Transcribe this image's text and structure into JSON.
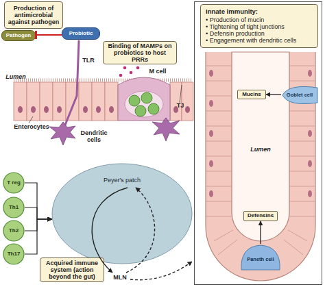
{
  "diagram": {
    "nodes": [
      {
        "text": [
          "Production of antimicrobial against pathogen"
        ]
      },
      {
        "text": [
          "Pathogen"
        ]
      },
      {
        "text": [
          "Probiotic"
        ]
      },
      {
        "text": [
          "Binding of MAMPs on probiotics to host PRRs"
        ]
      },
      {
        "text": [
          "T reg"
        ]
      },
      {
        "text": [
          "Th1"
        ]
      },
      {
        "text": [
          "Th2"
        ]
      },
      {
        "text": [
          "Th17"
        ]
      },
      {
        "text": [
          "Peyer's patch"
        ]
      },
      {
        "text": [
          "Acquired immune system (action beyond the gut)"
        ]
      },
      {
        "text": [
          "Innate immunity:",
          "• Production of mucin",
          "• Tightening of tight junctions",
          "• Defensin production",
          "• Engagement with dendritic cells"
        ]
      },
      {
        "text": [
          "Mucins"
        ]
      },
      {
        "text": [
          "Goblet cell"
        ]
      },
      {
        "text": [
          "Defensins"
        ]
      },
      {
        "text": [
          "Paneth cell"
        ]
      }
    ],
    "edges": [
      {
        "from": 2,
        "to": 1,
        "arrow": "to"
      },
      {
        "from": 4,
        "to": 8,
        "arrow": "to"
      },
      {
        "from": 5,
        "to": 8,
        "arrow": "to"
      },
      {
        "from": 6,
        "to": 8,
        "arrow": "to"
      },
      {
        "from": 7,
        "to": 8,
        "arrow": "to"
      },
      {
        "from": 12,
        "to": 11,
        "arrow": "to"
      },
      {
        "from": 14,
        "to": 13,
        "arrow": "to"
      }
    ],
    "labels": [
      "TLR",
      "Lumen",
      "M cell",
      "TJ",
      "Enterocytes",
      "Dendritic cells",
      "MLN",
      "Lumen"
    ]
  }
}
